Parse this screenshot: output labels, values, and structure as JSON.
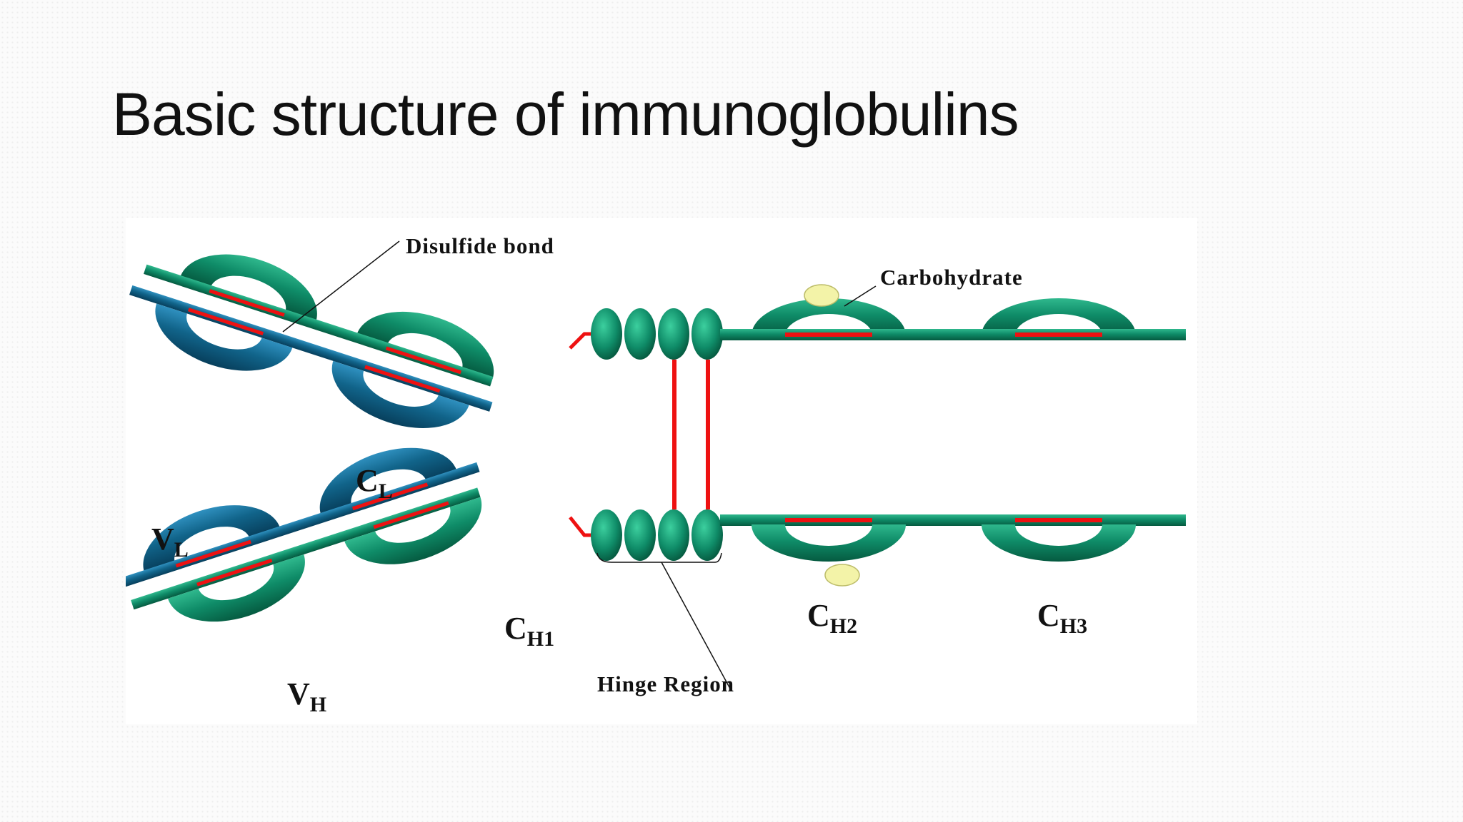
{
  "slide": {
    "title": "Basic structure of immunoglobulins"
  },
  "diagram": {
    "labels": {
      "disulfide_bond": "Disulfide bond",
      "carbohydrate": "Carbohydrate",
      "hinge_region": "Hinge Region"
    },
    "domains": {
      "cl": {
        "main": "C",
        "sub": "L"
      },
      "vl": {
        "main": "V",
        "sub": "L"
      },
      "ch1": {
        "main": "C",
        "sub": "H1"
      },
      "vh": {
        "main": "V",
        "sub": "H"
      },
      "ch2": {
        "main": "C",
        "sub": "H2"
      },
      "ch3": {
        "main": "C",
        "sub": "H3"
      }
    },
    "colors": {
      "heavy_chain_green": "#0f8c68",
      "light_chain_blue": "#11648a",
      "disulfide_red": "#ee1111",
      "carbohydrate_yellow": "#f3f3a8"
    }
  }
}
